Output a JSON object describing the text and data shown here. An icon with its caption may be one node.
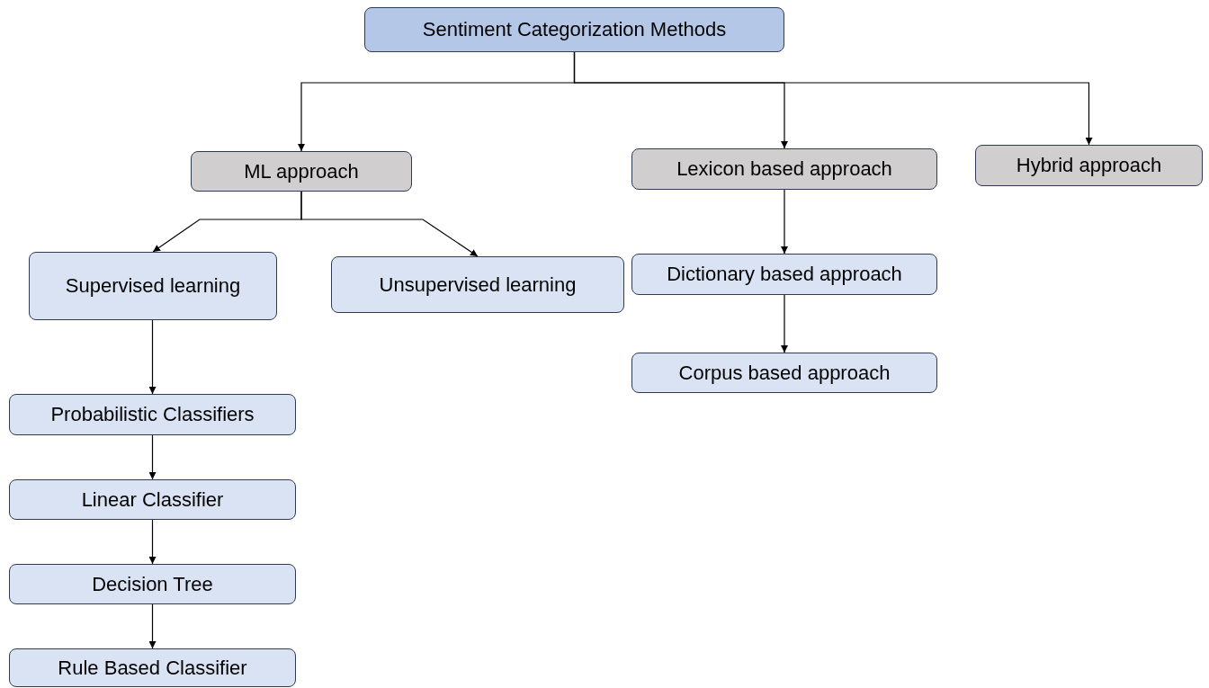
{
  "diagram": {
    "nodes": [
      {
        "text": [
          "Sentiment Categorization Methods"
        ]
      },
      {
        "text": [
          "ML approach"
        ]
      },
      {
        "text": [
          "Lexicon based approach"
        ]
      },
      {
        "text": [
          "Hybrid approach"
        ]
      },
      {
        "text": [
          "Supervised learning"
        ]
      },
      {
        "text": [
          "Unsupervised learning"
        ]
      },
      {
        "text": [
          "Dictionary based approach"
        ]
      },
      {
        "text": [
          "Corpus based approach"
        ]
      },
      {
        "text": [
          "Probabilistic Classifiers"
        ]
      },
      {
        "text": [
          "Linear Classifier"
        ]
      },
      {
        "text": [
          "Decision Tree"
        ]
      },
      {
        "text": [
          "Rule Based Classifier"
        ]
      }
    ],
    "edges": [
      {
        "from": 0,
        "to": 1,
        "arrow": "to"
      },
      {
        "from": 0,
        "to": 2,
        "arrow": "to"
      },
      {
        "from": 0,
        "to": 3,
        "arrow": "to"
      },
      {
        "from": 1,
        "to": 4,
        "arrow": "to"
      },
      {
        "from": 1,
        "to": 5,
        "arrow": "to"
      },
      {
        "from": 2,
        "to": 6,
        "arrow": "to"
      },
      {
        "from": 6,
        "to": 7,
        "arrow": "to"
      },
      {
        "from": 4,
        "to": 8,
        "arrow": "to"
      },
      {
        "from": 8,
        "to": 9,
        "arrow": "to"
      },
      {
        "from": 9,
        "to": 10,
        "arrow": "to"
      },
      {
        "from": 10,
        "to": 11,
        "arrow": "to"
      }
    ]
  }
}
